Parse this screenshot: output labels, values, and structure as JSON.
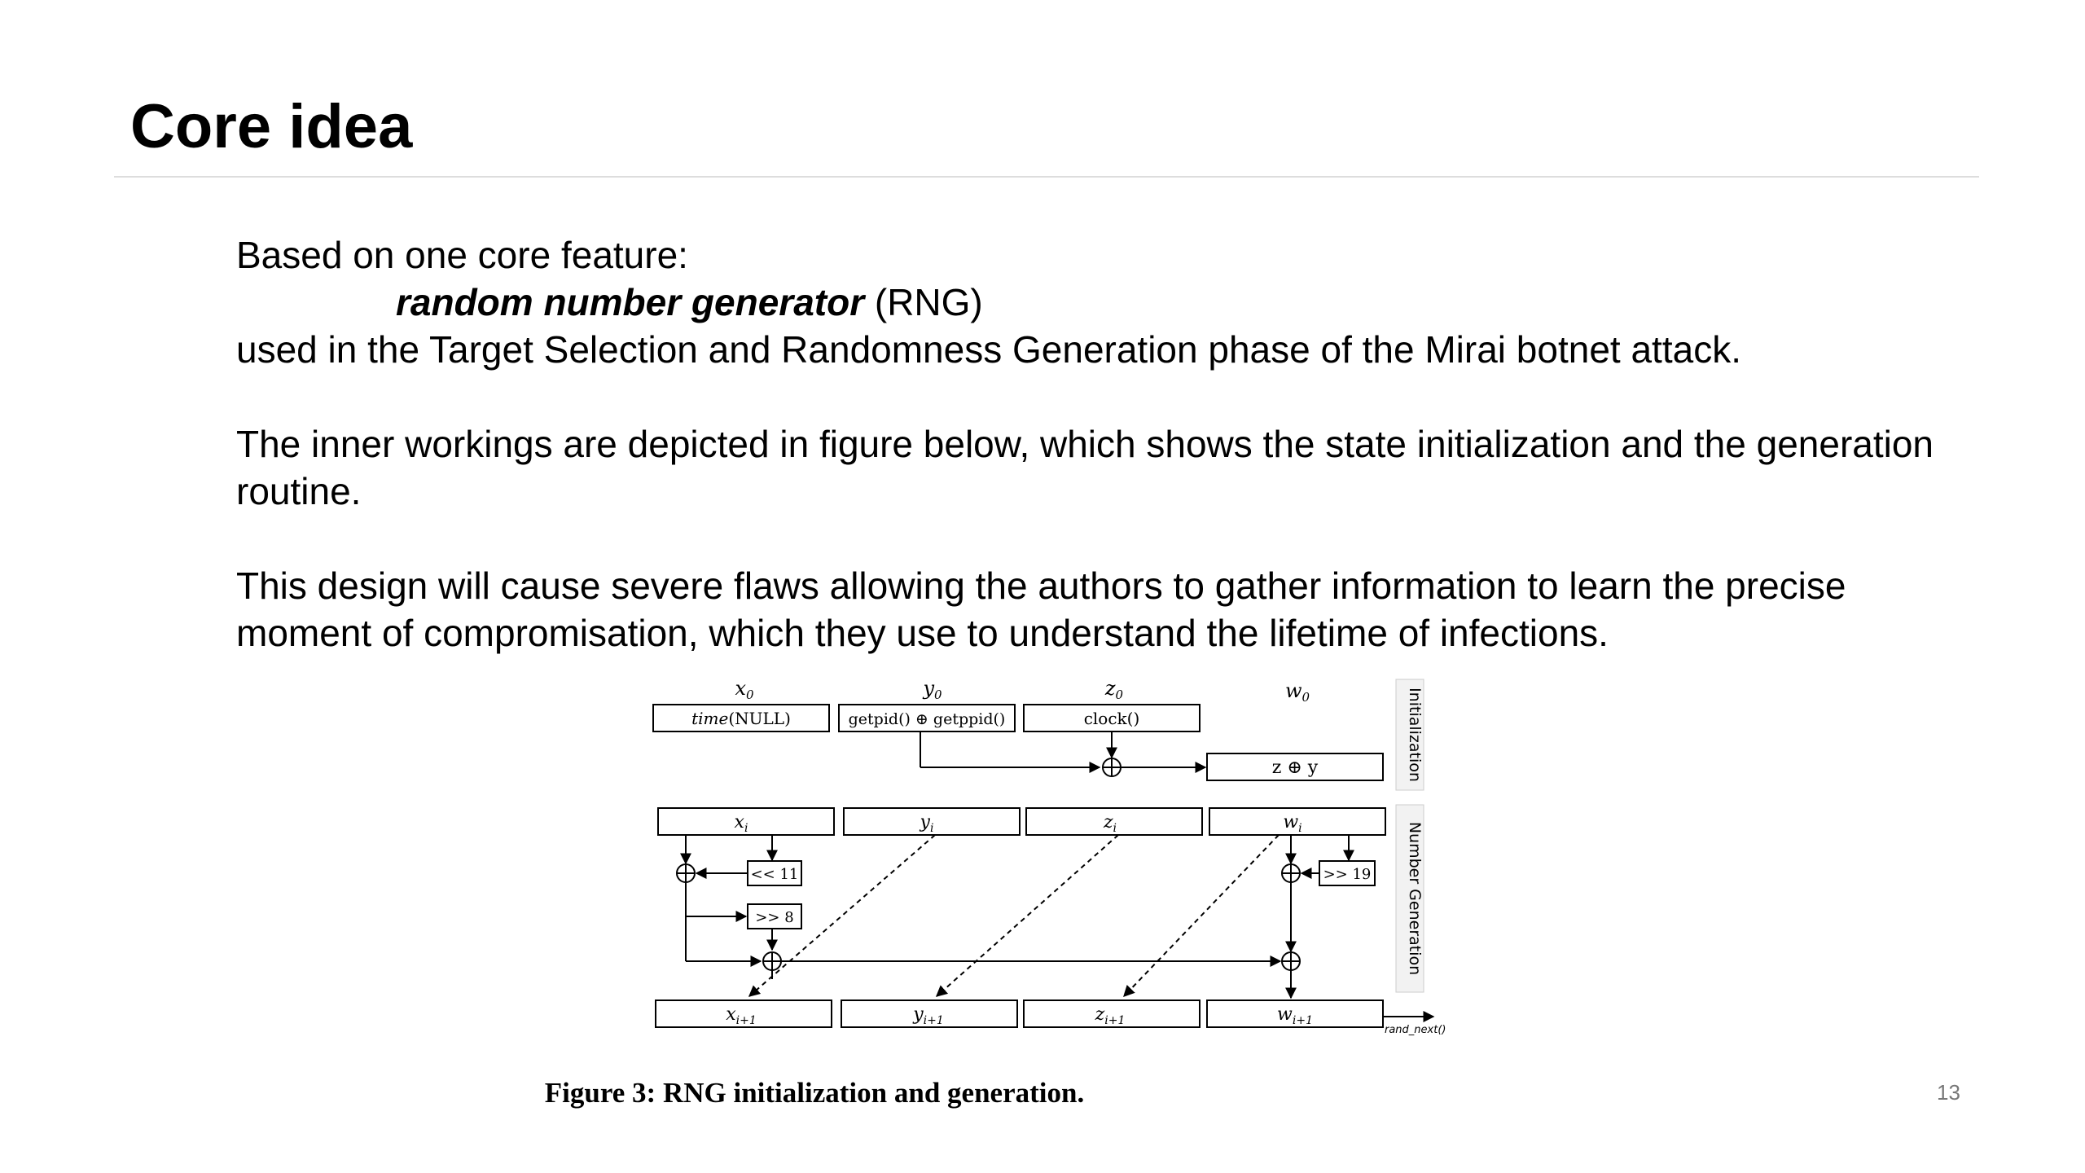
{
  "slide": {
    "title": "Core idea",
    "page_number": "13"
  },
  "body": {
    "line1": "Based on one core feature:",
    "rng_term": "random number generator",
    "rng_abbrev": " (RNG)",
    "line3": "used in the Target Selection and Randomness Generation phase of the Mirai botnet attack.",
    "para2": "The inner workings are depicted in figure below, which shows the state initialization and the generation routine.",
    "para3": "This design will cause severe flaws allowing the authors to gather information to learn the precise moment of compromisation, which they use to understand the lifetime of infections."
  },
  "figure": {
    "caption": "Figure 3: RNG initialization and generation.",
    "init_vars": {
      "x": "x",
      "y": "y",
      "z": "z",
      "w": "w",
      "sub": "0"
    },
    "init_boxes": {
      "x_fn": "time",
      "x_arg": "(NULL)",
      "y": "getpid() ⊕ getppid()",
      "z": "clock()",
      "w": "z  ⊕  y"
    },
    "state_sub": "i",
    "next_sub": "i+1",
    "ops": {
      "shl": "<< 11",
      "shr8": ">> 8",
      "shr19": ">> 19"
    },
    "side_labels": {
      "init": "Initialization",
      "gen": "Number Generation"
    },
    "output_label": "rand_next()"
  }
}
